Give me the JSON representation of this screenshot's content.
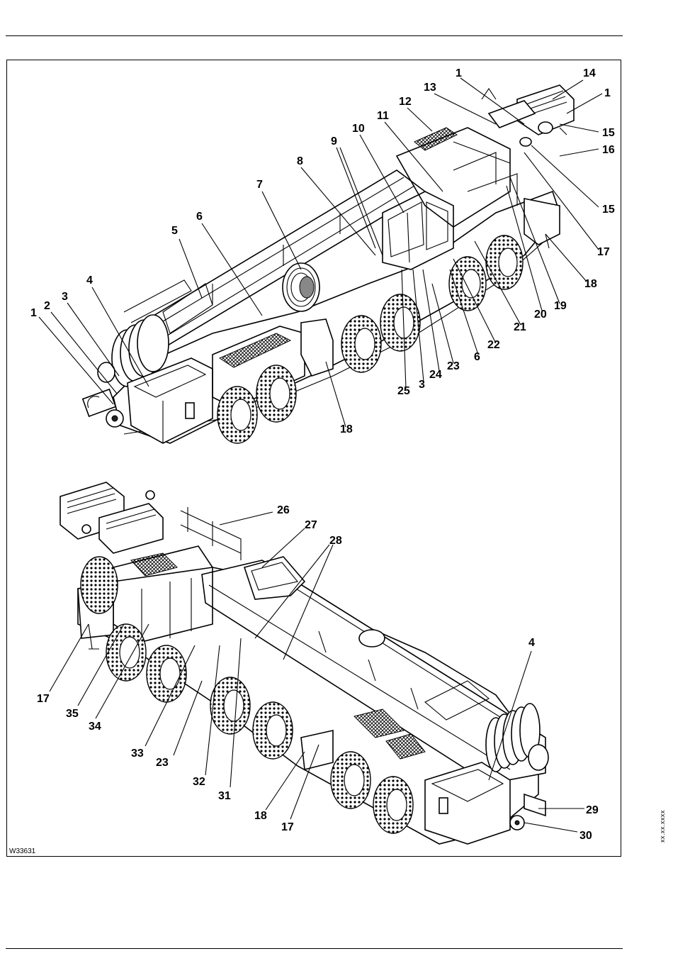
{
  "page": {
    "figure_code": "W33631",
    "side_code": "xx.xx.xxxx"
  },
  "figure": {
    "upper_view": {
      "callouts": [
        "1",
        "2",
        "3",
        "4",
        "5",
        "6",
        "7",
        "8",
        "9",
        "10",
        "11",
        "12",
        "13",
        "14",
        "1",
        "15",
        "16",
        "15",
        "17",
        "18",
        "19",
        "20",
        "21",
        "22",
        "6",
        "23",
        "24",
        "3",
        "25",
        "18"
      ]
    },
    "lower_view": {
      "callouts": [
        "26",
        "27",
        "28",
        "4",
        "17",
        "35",
        "34",
        "33",
        "23",
        "32",
        "31",
        "18",
        "17",
        "29",
        "30"
      ]
    }
  }
}
